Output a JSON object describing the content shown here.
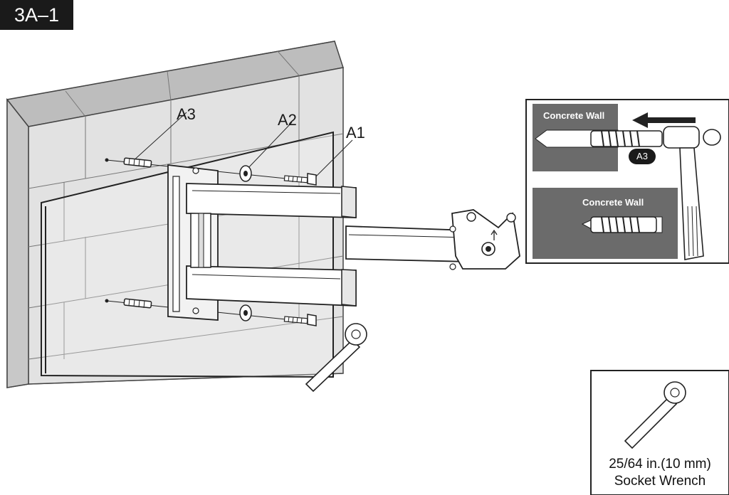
{
  "step": {
    "label": "3A–1"
  },
  "parts": {
    "a1": "A1",
    "a2": "A2",
    "a3": "A3"
  },
  "inset": {
    "top_title": "Concrete Wall",
    "bottom_title": "Concrete Wall",
    "badge": "A3"
  },
  "tool": {
    "size": "25/64 in.(10 mm)",
    "name": "Socket Wrench"
  },
  "colors": {
    "ink": "#1a1a1a",
    "inset_gray": "#6b6b6b",
    "wall_fill": "#dcdcdc"
  }
}
